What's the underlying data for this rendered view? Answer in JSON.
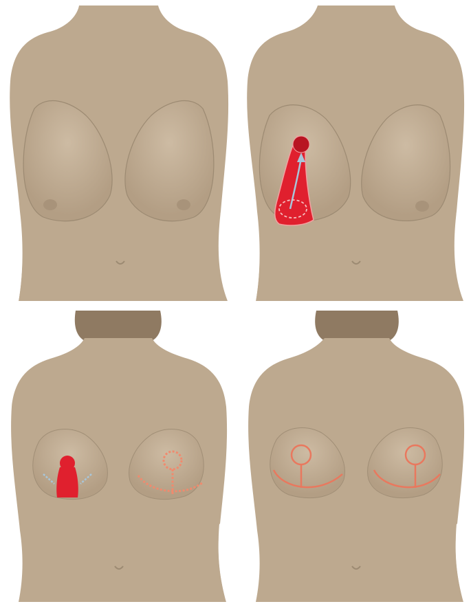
{
  "figure": {
    "panels": [
      {
        "id": "before",
        "stage": 1
      },
      {
        "id": "incision-design",
        "stage": 2
      },
      {
        "id": "tissue-resection",
        "stage": 3
      },
      {
        "id": "final-scars",
        "stage": 4
      }
    ],
    "colors": {
      "skin": "#bda98f",
      "skin_light": "#cdbba3",
      "skin_shadow": "#9c8a72",
      "hair": "#8f7a62",
      "incision_red": "#e0202e",
      "pedicle_dark": "#b81522",
      "arrow_blue": "#a8c6da",
      "scar_orange": "#e9785e",
      "suture_orange": "#f08a6e"
    },
    "icons": [
      "torso-illustration",
      "pedicle-arrow",
      "nipple-marking",
      "inverted-t-scar"
    ]
  }
}
